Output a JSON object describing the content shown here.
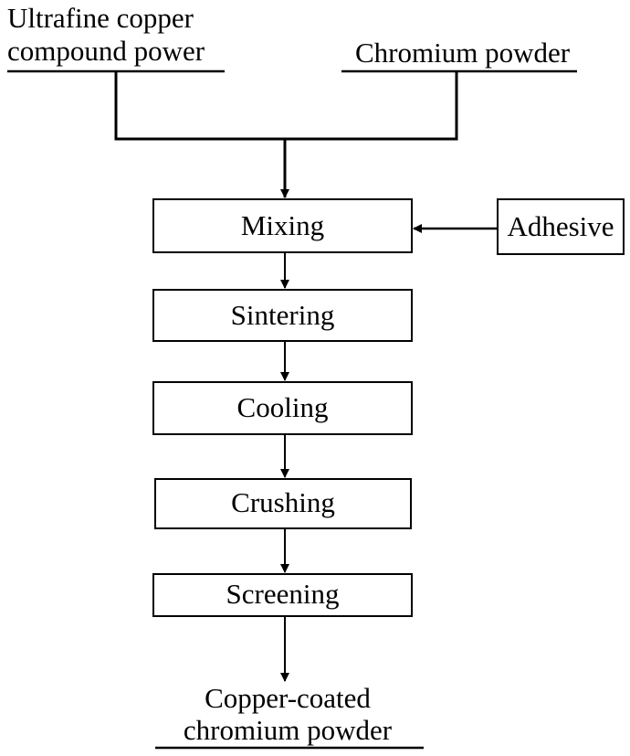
{
  "inputs": {
    "left_line1": "Ultrafine copper",
    "left_line2": "compound power",
    "right": "Chromium powder"
  },
  "steps": {
    "mixing": "Mixing",
    "sintering": "Sintering",
    "cooling": "Cooling",
    "crushing": "Crushing",
    "screening": "Screening"
  },
  "side_input": "Adhesive",
  "output": {
    "line1": "Copper-coated",
    "line2": "chromium powder"
  }
}
